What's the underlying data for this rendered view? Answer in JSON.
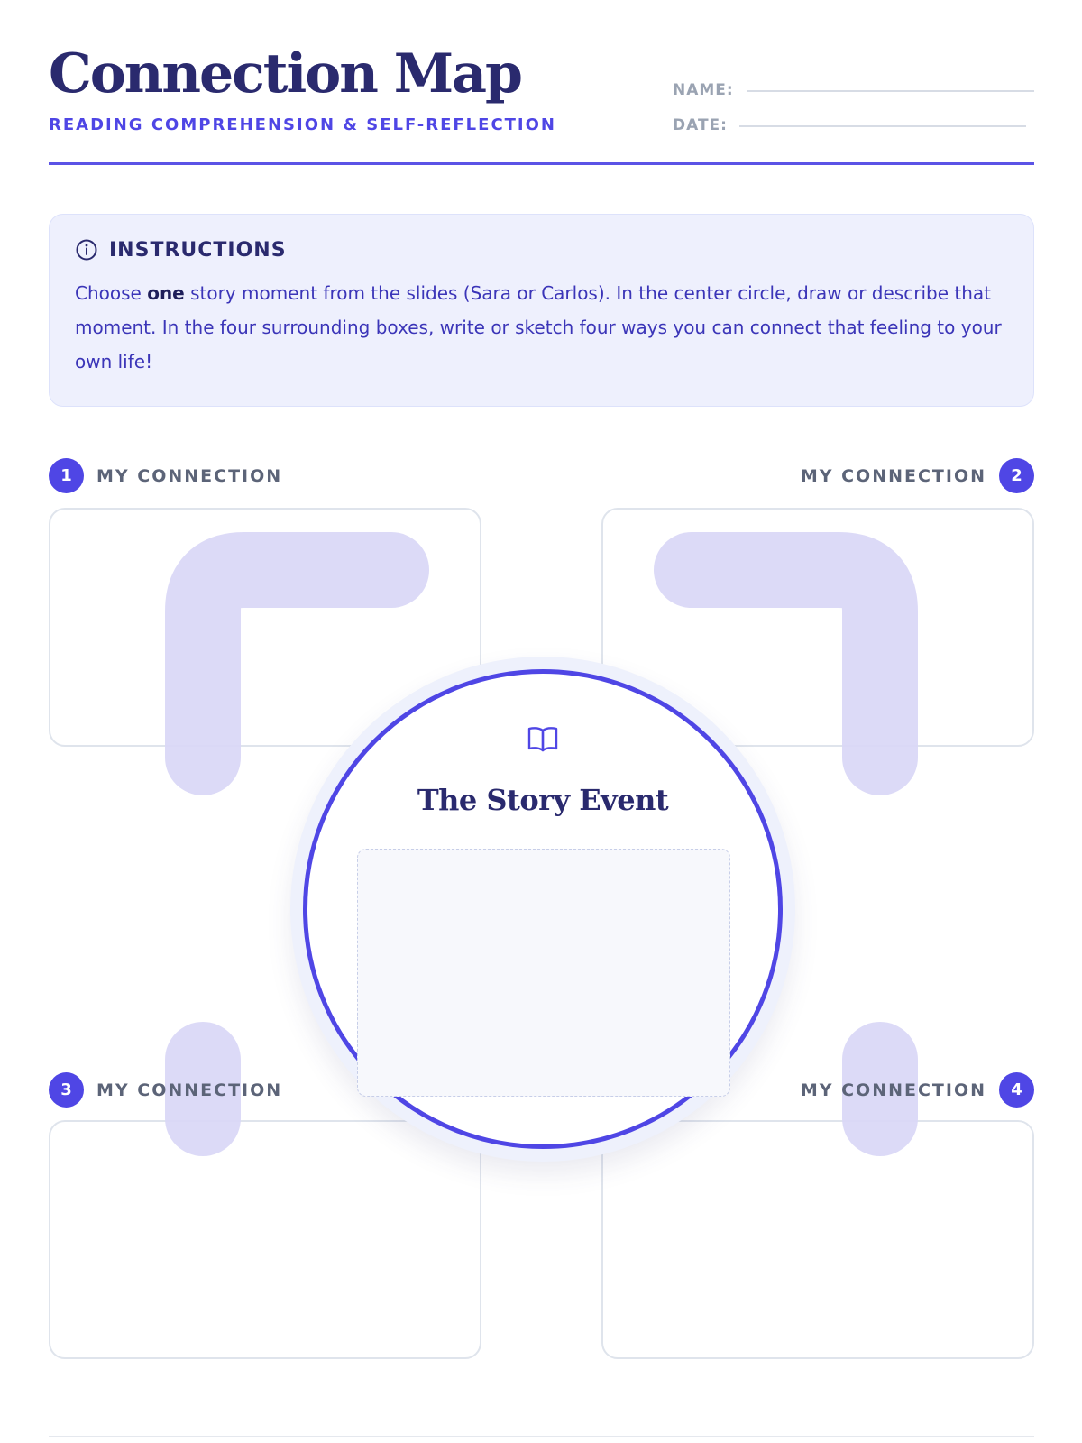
{
  "header": {
    "title": "Connection Map",
    "subtitle": "READING COMPREHENSION & SELF-REFLECTION",
    "name_label": "NAME:",
    "date_label": "DATE:"
  },
  "instructions": {
    "icon": "info-icon",
    "title": "INSTRUCTIONS",
    "text_before": "Choose ",
    "text_bold": "one",
    "text_after": " story moment from the slides (Sara or Carlos). In the center circle, draw or describe that moment. In the four surrounding boxes, write or sketch four ways you can connect that feeling to your own life!"
  },
  "connections": [
    {
      "number": "1",
      "label": "MY CONNECTION"
    },
    {
      "number": "2",
      "label": "MY CONNECTION"
    },
    {
      "number": "3",
      "label": "MY CONNECTION"
    },
    {
      "number": "4",
      "label": "MY CONNECTION"
    }
  ],
  "center": {
    "icon": "open-book-icon",
    "title": "The Story Event"
  },
  "colors": {
    "accent": "#4f46e5",
    "title": "#2a2a6e",
    "connector": "#d9d7f6",
    "panel": "#eef0fd"
  }
}
